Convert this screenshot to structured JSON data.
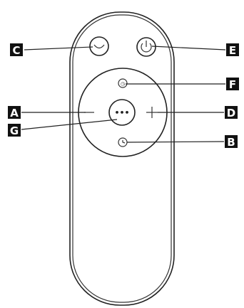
{
  "diagram": {
    "callouts": {
      "A": "A",
      "B": "B",
      "C": "C",
      "D": "D",
      "E": "E",
      "F": "F",
      "G": "G"
    },
    "buttons": {
      "center": "•••",
      "minus": "−",
      "plus": "+"
    },
    "colors": {
      "ink": "#222222",
      "callout_bg": "#111111",
      "callout_text": "#ffffff",
      "background": "#ffffff"
    }
  }
}
